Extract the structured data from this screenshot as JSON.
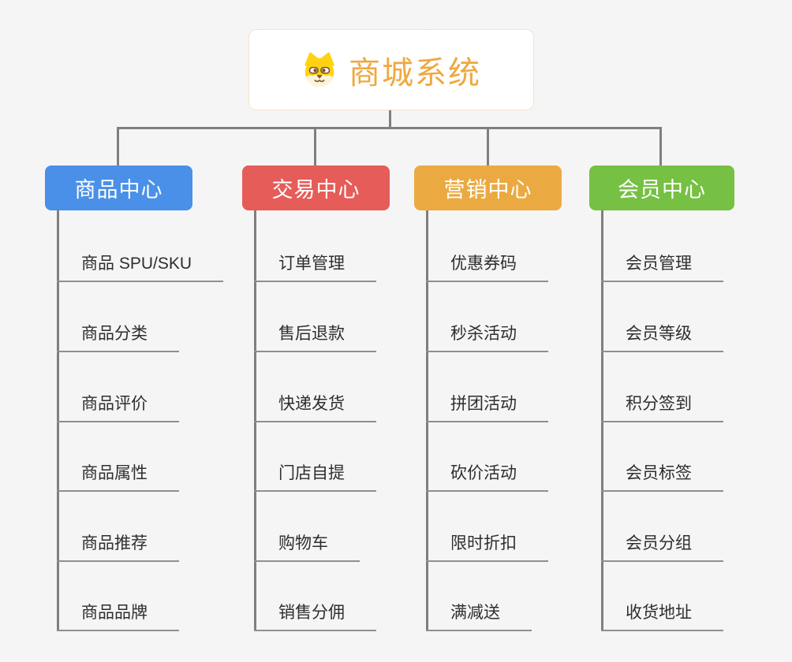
{
  "page": {
    "background": "#f5f5f5"
  },
  "connectors": {
    "color": "#7f7f7f",
    "underline_color": "#8f8f8f"
  },
  "root": {
    "label": "商城系统",
    "icon": "dog-face-icon",
    "text_color": "#efa83f",
    "border_color": "#f3c77e",
    "background": "#ffffff"
  },
  "branches": [
    {
      "label": "商品中心",
      "color": "#4a90e8",
      "text_color": "#ffffff",
      "children": [
        "商品 SPU/SKU",
        "商品分类",
        "商品评价",
        "商品属性",
        "商品推荐",
        "商品品牌"
      ]
    },
    {
      "label": "交易中心",
      "color": "#e65c58",
      "text_color": "#ffffff",
      "children": [
        "订单管理",
        "售后退款",
        "快递发货",
        "门店自提",
        "购物车",
        "销售分佣"
      ]
    },
    {
      "label": "营销中心",
      "color": "#ebaa41",
      "text_color": "#ffffff",
      "children": [
        "优惠券码",
        "秒杀活动",
        "拼团活动",
        "砍价活动",
        "限时折扣",
        "满减送"
      ]
    },
    {
      "label": "会员中心",
      "color": "#76c043",
      "text_color": "#ffffff",
      "children": [
        "会员管理",
        "会员等级",
        "积分签到",
        "会员标签",
        "会员分组",
        "收货地址"
      ]
    }
  ]
}
